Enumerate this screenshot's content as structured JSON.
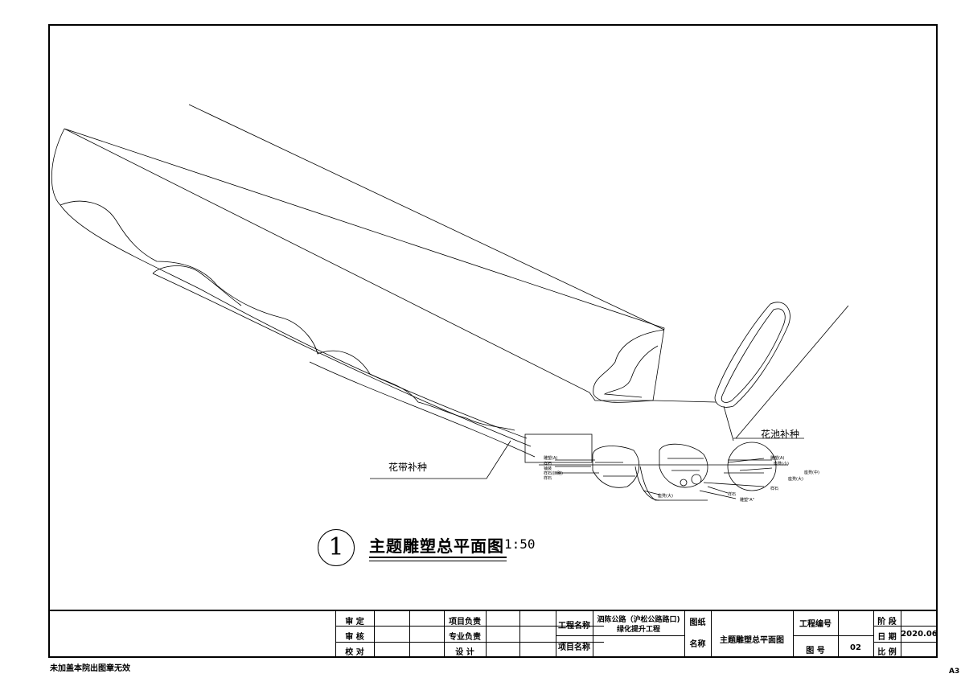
{
  "drawing": {
    "title": "主题雕塑总平面图",
    "scale": "1:50",
    "number": "1",
    "labels": {
      "flower_strip": "花带补种",
      "flower_bed": "花池补种"
    },
    "small_notes": [
      "雕塑(A)",
      "样石",
      "铺装",
      "样石(旧路)",
      "样石",
      "雕塑(A)",
      "座凳(小)",
      "座凳(中)",
      "座凳(大)",
      "座凳(大)",
      "样石",
      "样石",
      "雕塑\"A\""
    ]
  },
  "title_block": {
    "review": "审 定",
    "check": "审 核",
    "proof": "校 对",
    "project_lead": "项目负责",
    "discipline_lead": "专业负责",
    "design": "设 计",
    "project_name_label": "工程名称",
    "project_name_value": "泗陈公路（沪松公路路口)绿化提升工程",
    "item_name_label": "项目名称",
    "drawing_label_1": "图纸",
    "drawing_label_2": "名称",
    "drawing_name": "主题雕塑总平面图",
    "project_no_label": "工程编号",
    "drawing_no_label": "图 号",
    "drawing_no": "02",
    "stage_label": "阶 段",
    "date_label": "日 期",
    "date": "2020.06",
    "scale_label": "比 例"
  },
  "footer": {
    "note": "未加盖本院出图章无效",
    "paper": "A3"
  }
}
